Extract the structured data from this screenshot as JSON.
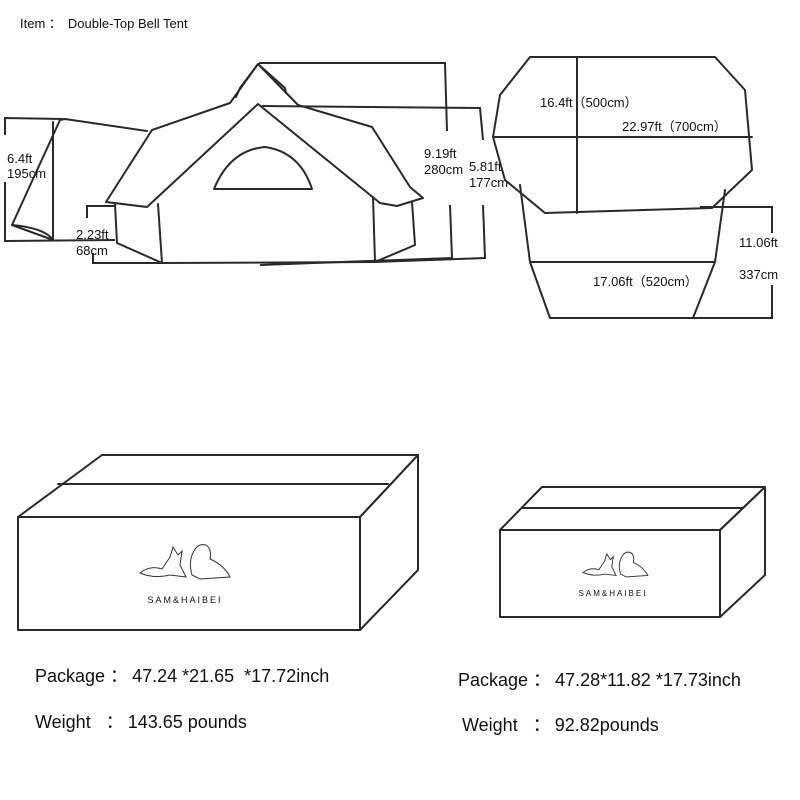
{
  "header": {
    "item_label": "Item ：",
    "item_name": "Double-Top Bell Tent"
  },
  "side_view": {
    "vestibule_height": {
      "ft": "6.4ft",
      "cm": "195cm"
    },
    "wall_height": {
      "ft": "2.23ft",
      "cm": "68cm"
    },
    "total_height": {
      "ft": "9.19ft",
      "cm": "280cm"
    },
    "inner_height": {
      "ft": "5.81ft",
      "cm": "177cm"
    }
  },
  "top_view": {
    "width": "16.4ft（500cm）",
    "length": "22.97ft（700cm）",
    "inner_length": "17.06ft（520cm）",
    "depth": {
      "ft": "11.06ft",
      "cm": "337cm"
    }
  },
  "packages": [
    {
      "brand": "SAM&HAIBEI",
      "package_label": "Package ：",
      "package_dims": "47.24 *21.65  *17.72inch",
      "weight_label": "Weight   ：",
      "weight_value": "143.65 pounds"
    },
    {
      "brand": "SAM&HAIBEI",
      "package_label": "Package ：",
      "package_dims": "47.28*11.82 *17.73inch",
      "weight_label": "Weight   ：",
      "weight_value": "92.82pounds"
    }
  ]
}
